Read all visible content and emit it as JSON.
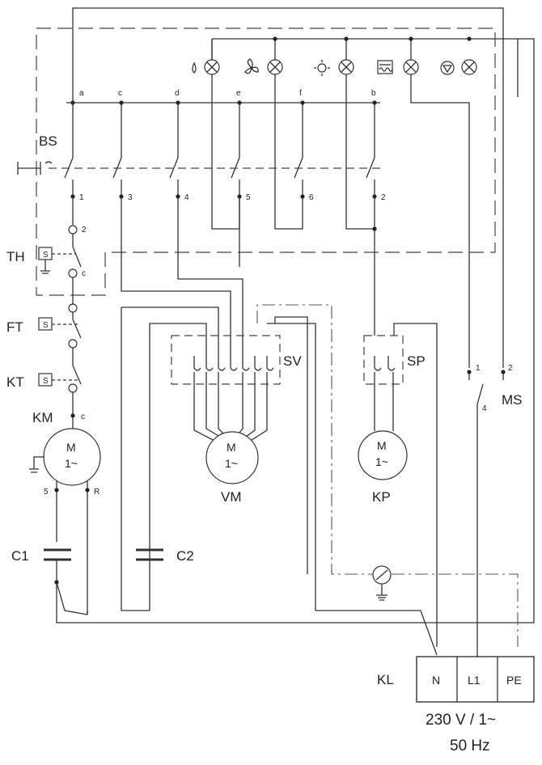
{
  "components": {
    "bs": "BS",
    "th": "TH",
    "ft": "FT",
    "kt": "KT",
    "km": "KM",
    "c1": "C1",
    "c2": "C2",
    "sv": "SV",
    "sp": "SP",
    "vm": "VM",
    "kp": "KP",
    "ms": "MS",
    "kl": "KL"
  },
  "switch_tops": [
    "a",
    "c",
    "d",
    "e",
    "f",
    "b"
  ],
  "switch_bottoms": [
    "1",
    "3",
    "4",
    "5",
    "6",
    "2"
  ],
  "thermostat": {
    "pin_top": "2",
    "pin_common": "c"
  },
  "km_pin": "c",
  "motor_km": {
    "symbol": "M",
    "phase": "1~",
    "pin_left": "5",
    "pin_right": "R"
  },
  "motor_vm": {
    "symbol": "M",
    "phase": "1~"
  },
  "motor_kp": {
    "symbol": "M",
    "phase": "1~"
  },
  "sensor_symbol": "S",
  "ms_pins": {
    "p1": "1",
    "p2": "2",
    "p4": "4"
  },
  "terminal_block": [
    "N",
    "L1",
    "PE"
  ],
  "supply": {
    "line1": "230 V / 1~",
    "line2": "50 Hz"
  },
  "indicator_icons": [
    "drop-icon",
    "fan-icon",
    "sun-icon",
    "heater-icon",
    "pump-icon"
  ]
}
